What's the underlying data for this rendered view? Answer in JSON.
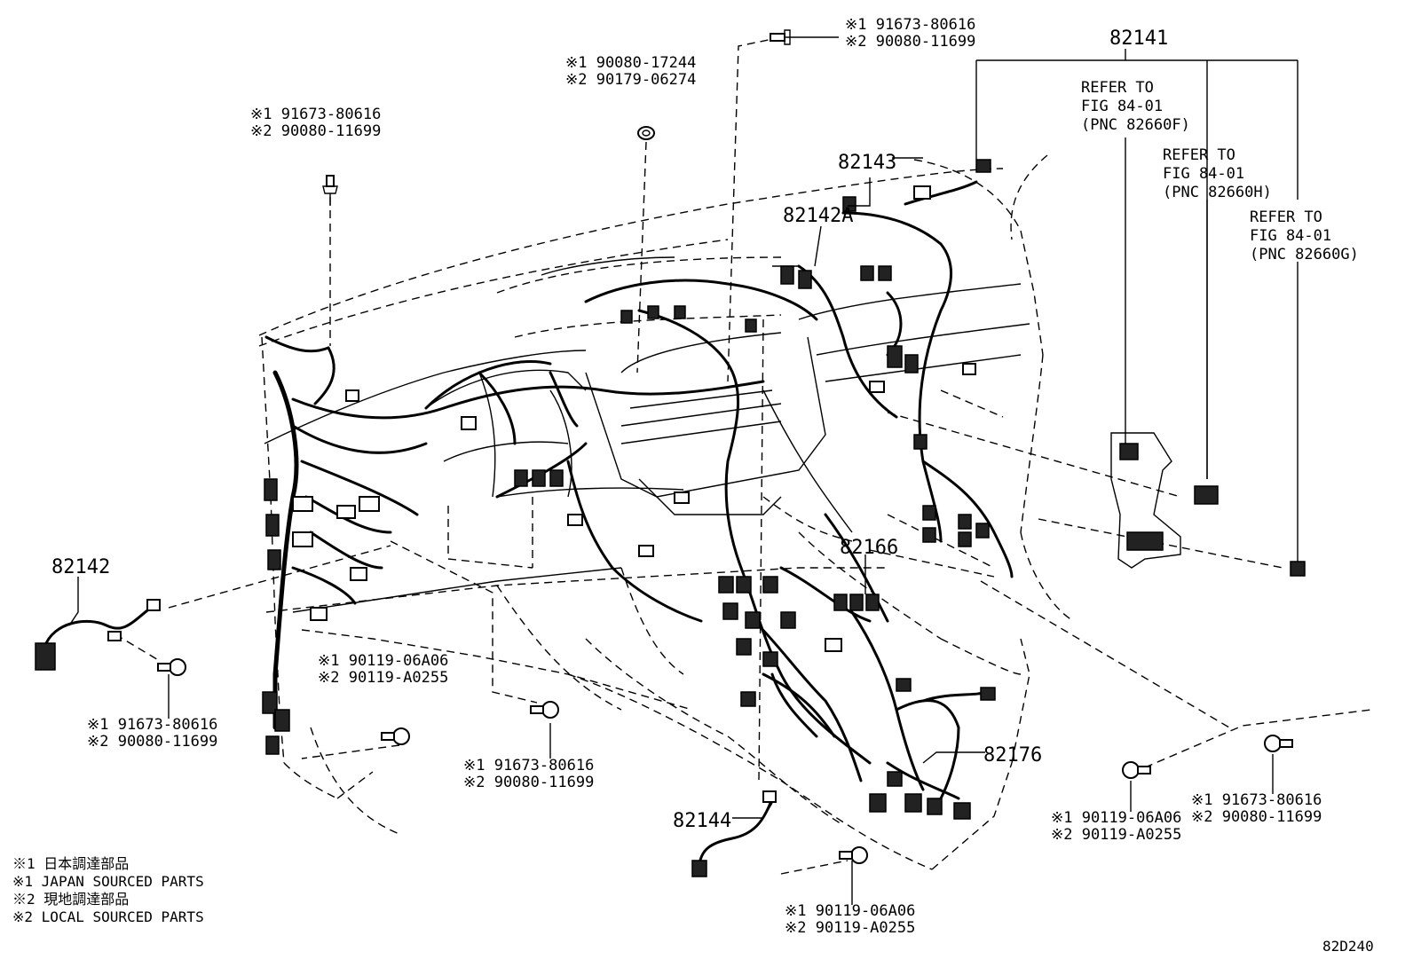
{
  "callouts": {
    "top_center_bolt": {
      "l1": "※1 91673-80616",
      "l2": "※2 90080-11699"
    },
    "top_nut": {
      "l1": "※1 90080-17244",
      "l2": "※2 90179-06274"
    },
    "left_top_bolt": {
      "l1": "※1 91673-80616",
      "l2": "※2 90080-11699"
    },
    "left_lower_bolt": {
      "l1": "※1 91673-80616",
      "l2": "※2 90080-11699"
    },
    "mid_lower_bolt": {
      "l1": "※1 90119-06A06",
      "l2": "※2 90119-A0255"
    },
    "center_lower_bolt": {
      "l1": "※1 91673-80616",
      "l2": "※2 90080-11699"
    },
    "bottom_bolt": {
      "l1": "※1 90119-06A06",
      "l2": "※2 90119-A0255"
    },
    "right_bolt_a": {
      "l1": "※1 90119-06A06",
      "l2": "※2 90119-A0255"
    },
    "right_bolt_b": {
      "l1": "※1 91673-80616",
      "l2": "※2 90080-11699"
    }
  },
  "parts": {
    "p82141": "82141",
    "p82143": "82143",
    "p82142A": "82142A",
    "p82142": "82142",
    "p82166": "82166",
    "p82176": "82176",
    "p82144": "82144"
  },
  "refers": [
    {
      "l1": "REFER TO",
      "l2": "FIG 84-01",
      "l3": "(PNC 82660F)"
    },
    {
      "l1": "REFER TO",
      "l2": "FIG 84-01",
      "l3": "(PNC 82660H)"
    },
    {
      "l1": "REFER TO",
      "l2": "FIG 84-01",
      "l3": "(PNC 82660G)"
    }
  ],
  "legend": [
    "※1 日本調達部品",
    "※1 JAPAN SOURCED PARTS",
    "※2 現地調達部品",
    "※2 LOCAL SOURCED PARTS"
  ],
  "diagram_code": "82D240"
}
